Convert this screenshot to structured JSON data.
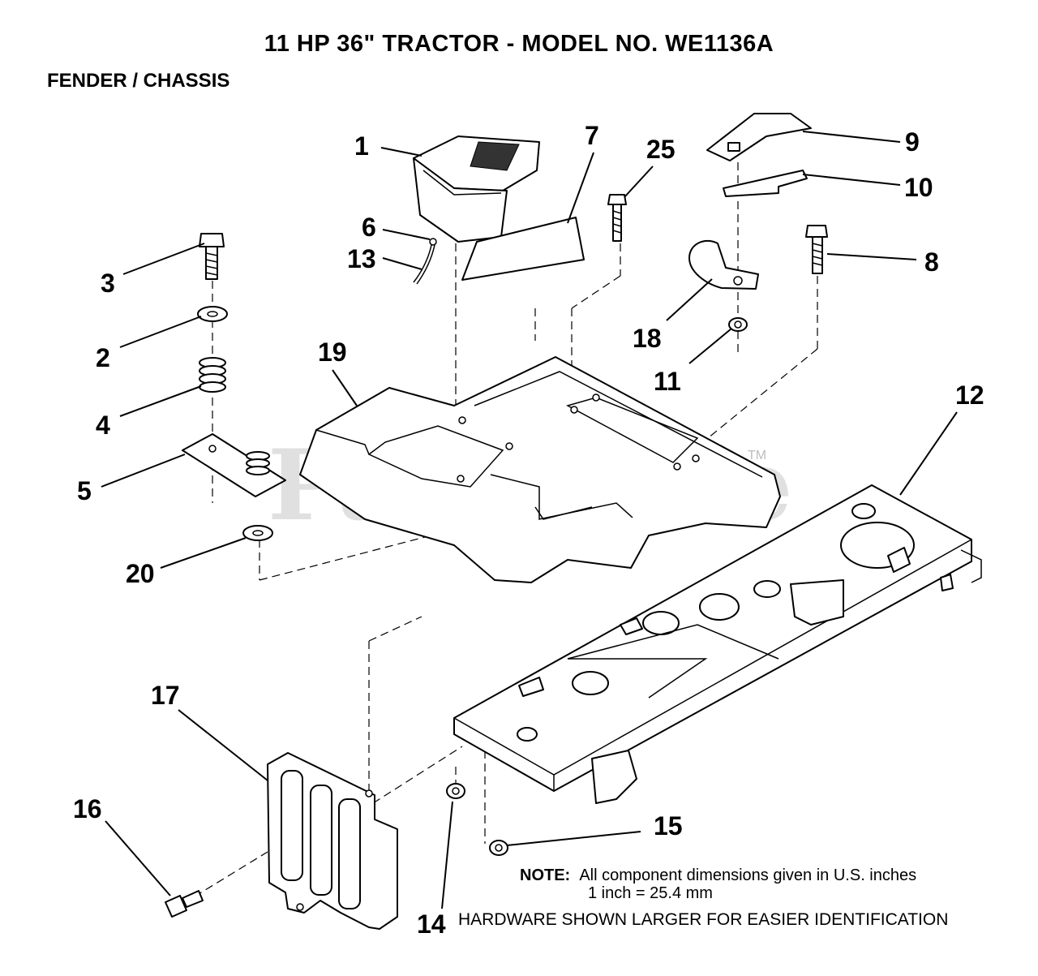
{
  "header": {
    "title": "11 HP 36\" TRACTOR - MODEL NO. WE1136A",
    "subtitle": "FENDER / CHASSIS"
  },
  "watermark": {
    "text": "PartsTree",
    "trademark": "TM"
  },
  "callouts": {
    "c1": "1",
    "c2": "2",
    "c3": "3",
    "c4": "4",
    "c5": "5",
    "c6": "6",
    "c7": "7",
    "c8": "8",
    "c9": "9",
    "c10": "10",
    "c11": "11",
    "c12": "12",
    "c13": "13",
    "c14": "14",
    "c15": "15",
    "c16": "16",
    "c17": "17",
    "c18": "18",
    "c19": "19",
    "c20": "20",
    "c25": "25"
  },
  "footer": {
    "note_label": "NOTE:",
    "note_line1": "All component dimensions given in U.S. inches",
    "note_line2": "1 inch = 25.4 mm",
    "hardware_text": "HARDWARE SHOWN LARGER FOR EASIER IDENTIFICATION"
  }
}
